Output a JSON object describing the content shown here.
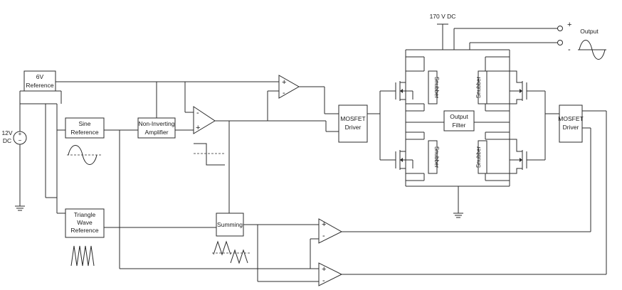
{
  "blocks": {
    "ref6v": [
      "6V",
      "Reference"
    ],
    "sine_ref": [
      "Sine",
      "Reference"
    ],
    "noninv_amp": [
      "Non-Inverting",
      "Amplifier"
    ],
    "tri_ref": [
      "Triangle",
      "Wave",
      "Reference"
    ],
    "summing": "Summing",
    "mosfet_driver_left": [
      "MOSFET",
      "Driver"
    ],
    "mosfet_driver_right": [
      "MOSFET",
      "Driver"
    ],
    "output_filter": [
      "Output",
      "Filter"
    ],
    "snubber": "Snubber"
  },
  "sources": {
    "battery": [
      "12V",
      "DC"
    ],
    "hv_supply": "170 V DC"
  },
  "output": {
    "label": "Output",
    "plus": "+",
    "minus": "-"
  },
  "comparator_signs": {
    "plus": "+",
    "minus": "-"
  }
}
